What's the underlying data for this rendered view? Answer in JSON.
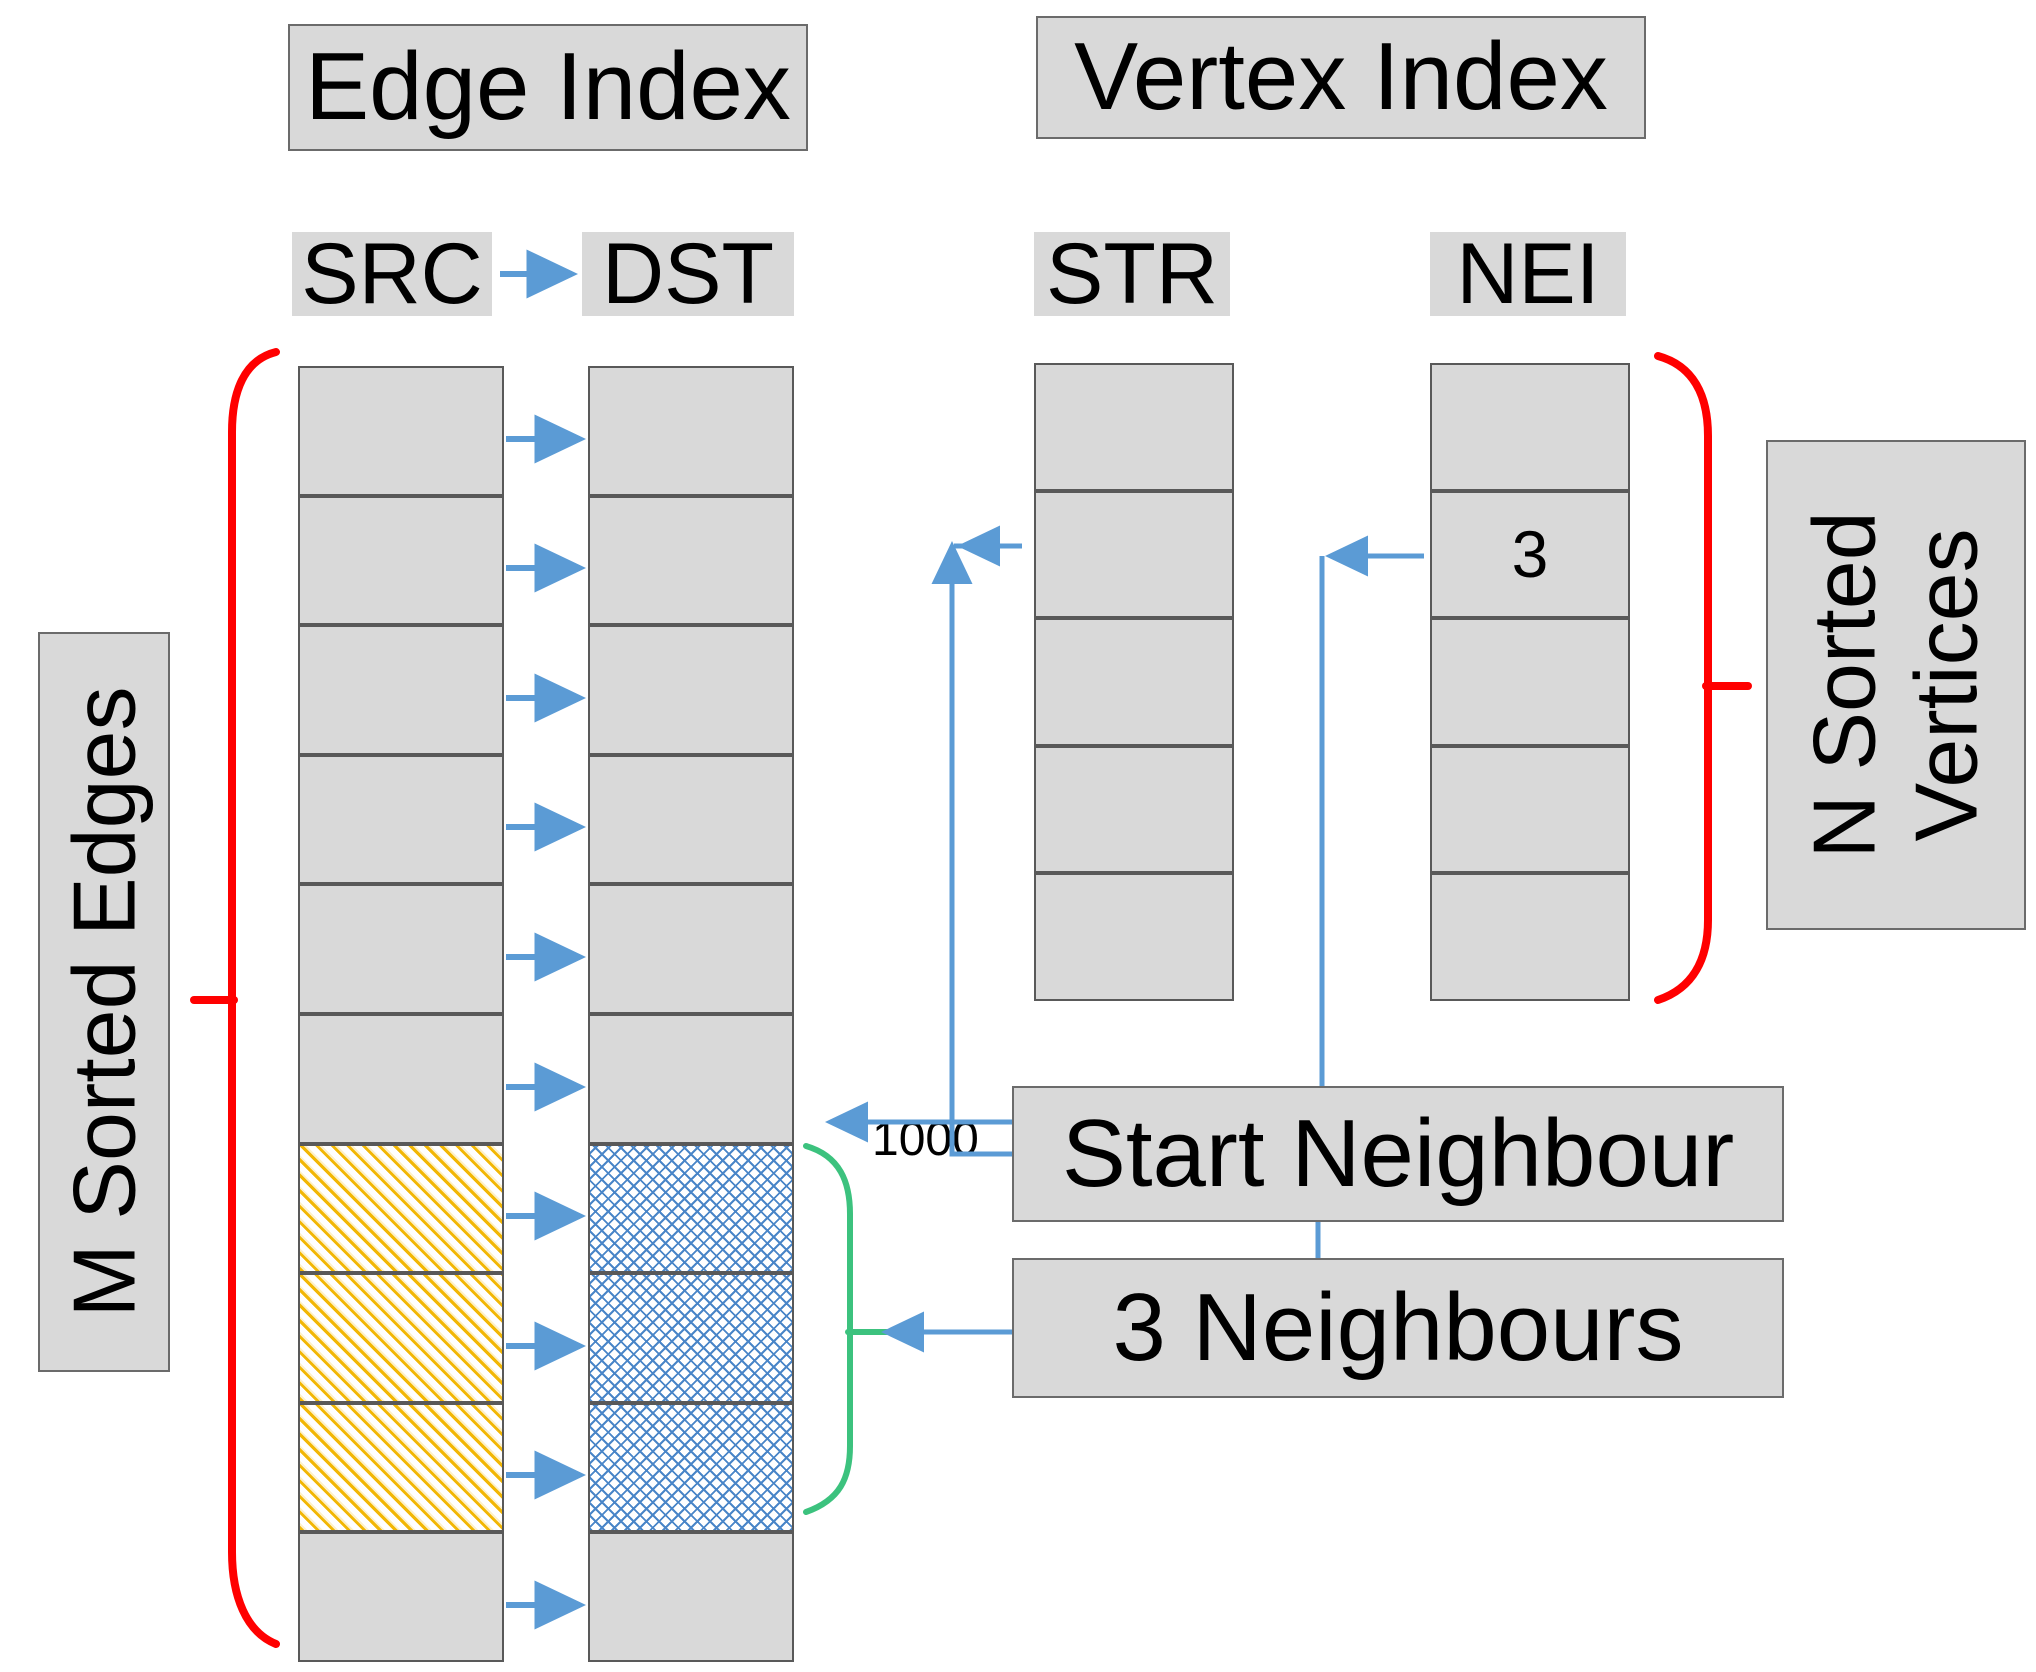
{
  "titles": {
    "edge_index": "Edge Index",
    "vertex_index": "Vertex  Index"
  },
  "column_headers": {
    "src": "SRC",
    "dst": "DST",
    "str": "STR",
    "nei": "NEI"
  },
  "side_labels": {
    "left": "M Sorted Edges",
    "right_line1": "N Sorted",
    "right_line2": "Vertices"
  },
  "callouts": {
    "start_neighbour": "Start Neighbour",
    "three_neighbours": "3 Neighbours",
    "offset_value": "1000"
  },
  "edge_index": {
    "rows": 10,
    "src_cells": [
      {
        "value": "",
        "fill": "plain"
      },
      {
        "value": "",
        "fill": "plain"
      },
      {
        "value": "",
        "fill": "plain"
      },
      {
        "value": "",
        "fill": "plain"
      },
      {
        "value": "",
        "fill": "plain"
      },
      {
        "value": "",
        "fill": "plain"
      },
      {
        "value": "",
        "fill": "hatch-yellow"
      },
      {
        "value": "",
        "fill": "hatch-yellow"
      },
      {
        "value": "",
        "fill": "hatch-yellow"
      },
      {
        "value": "",
        "fill": "plain"
      }
    ],
    "dst_cells": [
      {
        "value": "",
        "fill": "plain"
      },
      {
        "value": "",
        "fill": "plain"
      },
      {
        "value": "",
        "fill": "plain"
      },
      {
        "value": "",
        "fill": "plain"
      },
      {
        "value": "",
        "fill": "plain"
      },
      {
        "value": "",
        "fill": "plain"
      },
      {
        "value": "",
        "fill": "hatch-blue"
      },
      {
        "value": "",
        "fill": "hatch-blue"
      },
      {
        "value": "",
        "fill": "hatch-blue"
      },
      {
        "value": "",
        "fill": "plain"
      }
    ]
  },
  "vertex_index": {
    "rows": 5,
    "str_cells": [
      {
        "value": ""
      },
      {
        "value": ""
      },
      {
        "value": ""
      },
      {
        "value": ""
      },
      {
        "value": ""
      }
    ],
    "nei_cells": [
      {
        "value": ""
      },
      {
        "value": "3"
      },
      {
        "value": ""
      },
      {
        "value": ""
      },
      {
        "value": ""
      }
    ]
  },
  "colors": {
    "box_fill": "#d9d9d9",
    "box_border": "#6b6b6b",
    "cell_border": "#595959",
    "arrow_blue": "#5b9bd5",
    "bracket_red": "#ff0000",
    "brace_green": "#3cc27e",
    "hatch_yellow": "#f2b705",
    "hatch_blue": "#4a86c8"
  }
}
